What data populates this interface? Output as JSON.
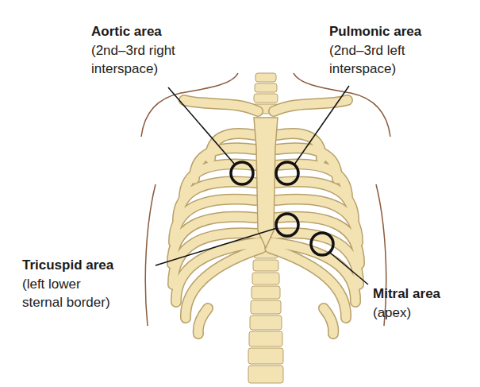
{
  "diagram": {
    "labels": [
      "Aortic area",
      "(2nd–3rd right interspace)",
      "Pulmonic area",
      "(2nd–3rd left interspace)",
      "Tricuspid area",
      "(left lower sternal border)",
      "Mitral area",
      "(apex)"
    ]
  }
}
